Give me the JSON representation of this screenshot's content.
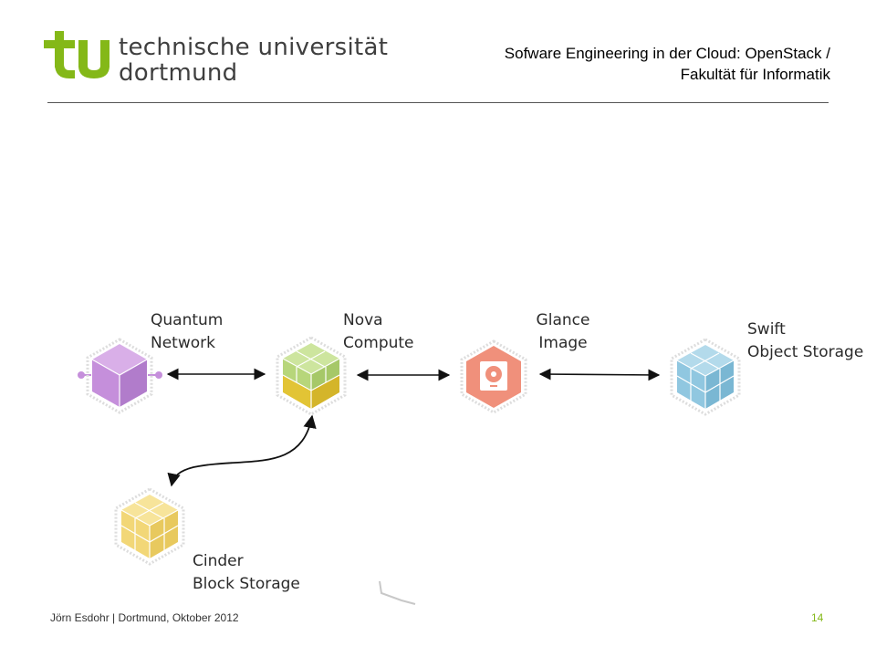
{
  "branding": {
    "logo_line1": "technische universität",
    "logo_line2": "dortmund",
    "brand_color": "#84b818"
  },
  "header": {
    "title_line1": "Sofware Engineering in der Cloud: OpenStack /",
    "title_line2": "Fakultät für Informatik"
  },
  "diagram": {
    "nodes": [
      {
        "id": "quantum",
        "label_line1": "Quantum",
        "label_line2": "Network",
        "color": "#c58fdb",
        "icon": "purple-cube-icon"
      },
      {
        "id": "nova",
        "label_line1": "Nova",
        "label_line2": "Compute",
        "color": "#b7d67a",
        "color2": "#e2c435",
        "icon": "green-yellow-cubes-icon"
      },
      {
        "id": "glance",
        "label_line1": "Glance",
        "label_line2": "Image",
        "color": "#f0907b",
        "icon": "disk-image-icon"
      },
      {
        "id": "swift",
        "label_line1": "Swift",
        "label_line2": "Object Storage",
        "color": "#90c7e0",
        "icon": "blue-cubes-icon"
      },
      {
        "id": "cinder",
        "label_line1": "Cinder",
        "label_line2": "Block Storage",
        "color": "#f2d777",
        "icon": "yellow-cubes-icon"
      }
    ],
    "edges": [
      {
        "from": "quantum",
        "to": "nova",
        "direction": "both"
      },
      {
        "from": "nova",
        "to": "glance",
        "direction": "both"
      },
      {
        "from": "glance",
        "to": "swift",
        "direction": "both"
      },
      {
        "from": "nova",
        "to": "cinder",
        "direction": "both"
      }
    ]
  },
  "footer": {
    "author_date": "Jörn Esdohr | Dortmund, Oktober 2012",
    "page_number": "14"
  }
}
